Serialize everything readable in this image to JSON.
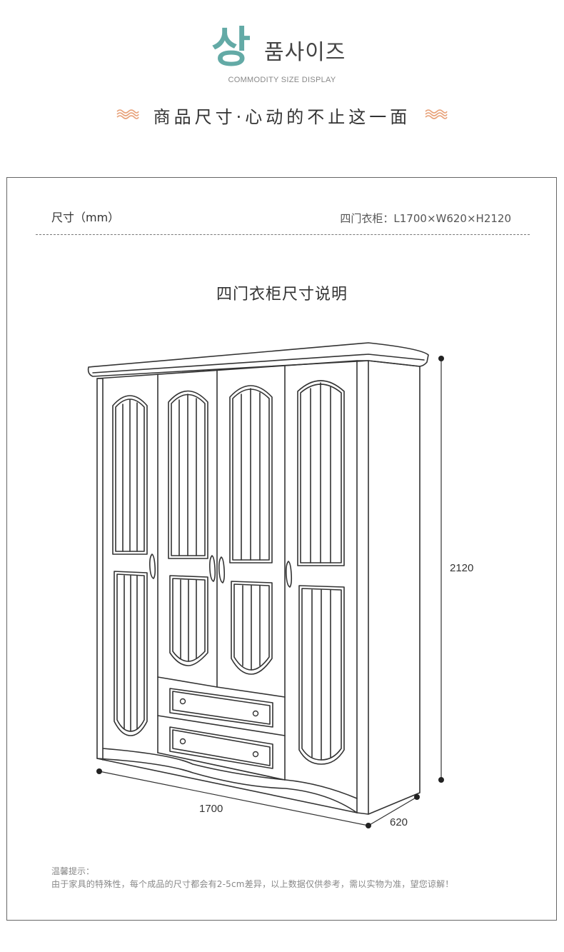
{
  "header": {
    "logo_main": "상",
    "logo_rest": "품사이즈",
    "logo_sub": "COMMODITY SIZE DISPLAY",
    "tagline": "商品尺寸·心动的不止这一面"
  },
  "dimensions": {
    "label": "尺寸（mm）",
    "value": "四门衣柜：L1700×W620×H2120"
  },
  "section": {
    "title": "四门衣柜尺寸说明"
  },
  "measurements": {
    "height": "2120",
    "width": "1700",
    "depth": "620"
  },
  "note": {
    "title": "温馨提示：",
    "text": "由于家具的特殊性，每个成品的尺寸都会有2-5cm差异，以上数据仅供参考，需以实物为准，望您谅解！"
  },
  "colors": {
    "logo_teal": "#63aaa6",
    "wave_orange": "#e8a27a",
    "line": "#333333"
  },
  "icons": {
    "wave": "wave-ornament-icon"
  }
}
